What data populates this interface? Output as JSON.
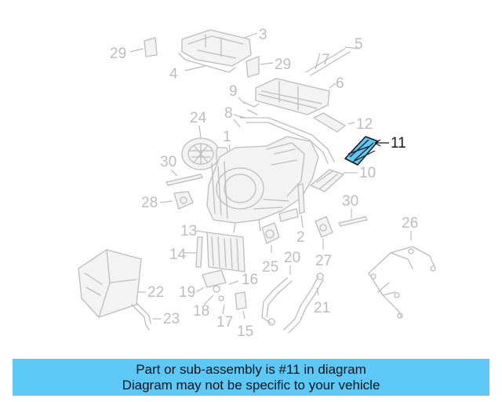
{
  "diagram": {
    "highlight_color": "#5bc8f5",
    "callouts": [
      "29",
      "3",
      "4",
      "29",
      "5",
      "7",
      "6",
      "9",
      "8",
      "12",
      "11",
      "24",
      "1",
      "30",
      "10",
      "28",
      "30",
      "2",
      "13",
      "26",
      "14",
      "25",
      "27",
      "20",
      "22",
      "19",
      "16",
      "18",
      "17",
      "15",
      "21",
      "23"
    ],
    "highlighted_part": "11"
  },
  "caption": {
    "background": "#5bc8f5",
    "line1": "Part or sub-assembly is #11 in diagram",
    "line2": "Diagram may not be specific to your vehicle"
  }
}
